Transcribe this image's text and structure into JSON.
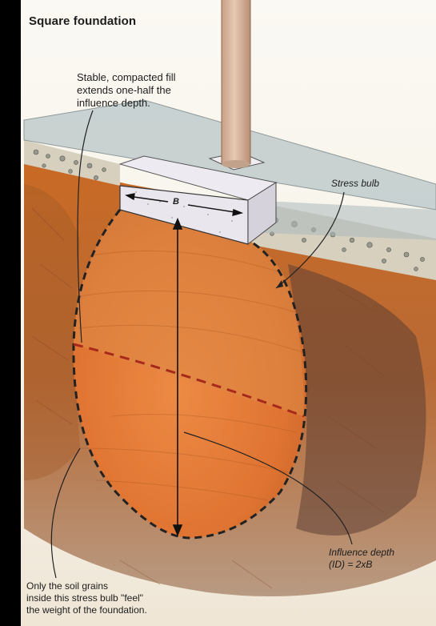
{
  "title": "Square foundation",
  "labels": {
    "fill_note": "Stable, compacted fill\nextends one-half the\ninfluence depth.",
    "stress_bulb": "Stress bulb",
    "b_dimension": "B",
    "influence_depth": "Influence depth\n(ID) = 2xB",
    "grains_note": "Only the soil grains\ninside this stress bulb \"feel\"\nthe weight of the foundation."
  },
  "colors": {
    "soil_orange": "#d9782e",
    "bulb_fill": "#e4813e",
    "slab_gray": "#b9c6c8",
    "footing": "#e9e6ee",
    "post": "#d7b79c",
    "dashed_line": "#a8281c",
    "outline": "#222222"
  },
  "icons": {
    "post": "column-post",
    "footing": "concrete-footing",
    "bulb": "stress-bulb"
  }
}
